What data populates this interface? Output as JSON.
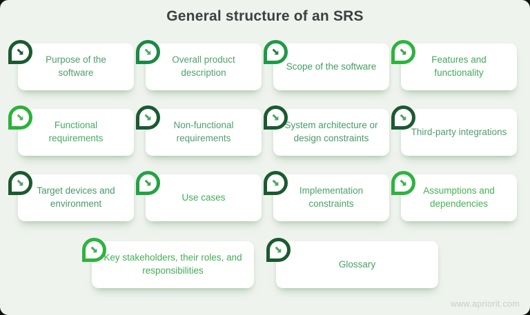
{
  "title": "General structure of an SRS",
  "icons": {
    "card_icon": "arrow-down-right-pin-icon"
  },
  "palette": {
    "background": "#eff3ee",
    "card_background": "#ffffff",
    "title_color": "#3d4042",
    "dark_green": "#1b5a31",
    "kelly_green": "#1f9a44",
    "bright_green": "#2cb43c",
    "watermark_color": "#c9cec9"
  },
  "cards": [
    {
      "label": "Purpose of the software",
      "text_color": "#4f9d6e",
      "pin_border": "#1b5a31",
      "pin_arrow": "#1e5c33"
    },
    {
      "label": "Overall product description",
      "text_color": "#4fa06c",
      "pin_border": "#1a8a43",
      "pin_arrow": "#55a973"
    },
    {
      "label": "Scope of the software",
      "text_color": "#419e63",
      "pin_border": "#1f9a44",
      "pin_arrow": "#2c7d46"
    },
    {
      "label": "Features and functionality",
      "text_color": "#43a85c",
      "pin_border": "#2cb43c",
      "pin_arrow": "#44a254"
    },
    {
      "label": "Functional requirements",
      "text_color": "#47aa62",
      "pin_border": "#2ab339",
      "pin_arrow": "#55b269"
    },
    {
      "label": "Non-functional requirements",
      "text_color": "#4f9d6e",
      "pin_border": "#1b5a31",
      "pin_arrow": "#4aa763"
    },
    {
      "label": "System architecture or design constraints",
      "text_color": "#47996a",
      "pin_border": "#1b5a31",
      "pin_arrow": "#4aa763"
    },
    {
      "label": "Third-party integrations",
      "text_color": "#4f9d6e",
      "pin_border": "#1b5a31",
      "pin_arrow": "#5c9c6e"
    },
    {
      "label": "Target devices and environment",
      "text_color": "#47996a",
      "pin_border": "#1b5a31",
      "pin_arrow": "#5c9c6e"
    },
    {
      "label": "Use cases",
      "text_color": "#42aa5e",
      "pin_border": "#22a343",
      "pin_arrow": "#44a254"
    },
    {
      "label": "Implementation constraints",
      "text_color": "#49a468",
      "pin_border": "#1b5a31",
      "pin_arrow": "#4aa763"
    },
    {
      "label": "Assumptions and dependencies",
      "text_color": "#43b252",
      "pin_border": "#2fb33f",
      "pin_arrow": "#3db14c"
    },
    {
      "label": "Key stakeholders, their roles, and responsibilities",
      "text_color": "#42ad55",
      "pin_border": "#2fb33f",
      "pin_arrow": "#4aa763"
    },
    {
      "label": "Glossary",
      "text_color": "#47a065",
      "pin_border": "#1b5a31",
      "pin_arrow": "#4aa763"
    }
  ],
  "footer": {
    "watermark": "www.apriorit.com"
  }
}
